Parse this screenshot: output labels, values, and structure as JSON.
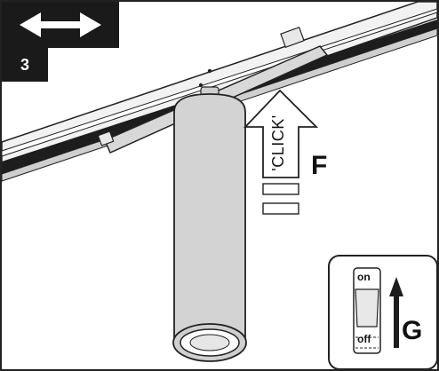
{
  "step_number": "3",
  "click_label": "'CLICK'",
  "label_F": "F",
  "label_G": "G",
  "switch": {
    "on_label": "on",
    "off_label": "off"
  },
  "icons": {
    "slide": "double-arrow-icon",
    "push": "up-arrow-icon",
    "switch": "toggle-switch-icon"
  }
}
